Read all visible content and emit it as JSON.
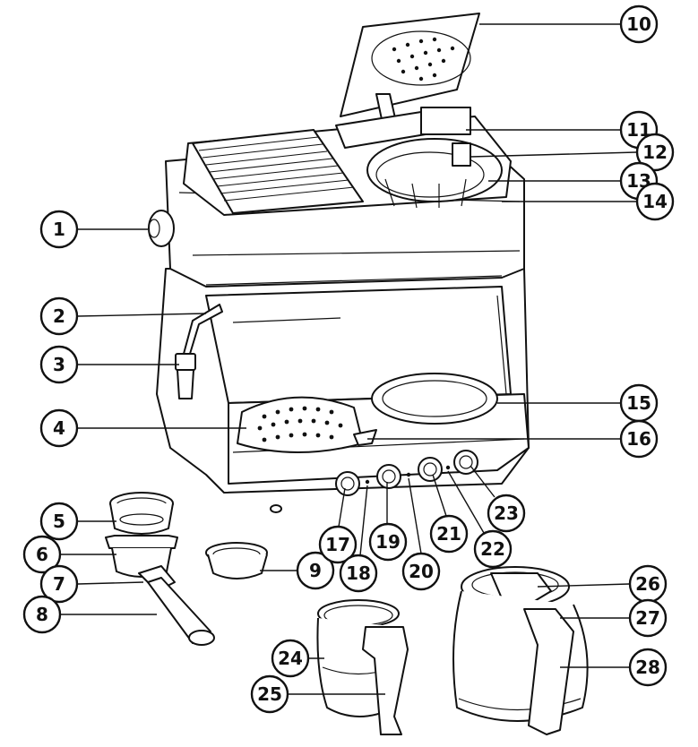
{
  "figure": {
    "callouts": [
      {
        "number": "1"
      },
      {
        "number": "2"
      },
      {
        "number": "3"
      },
      {
        "number": "4"
      },
      {
        "number": "5"
      },
      {
        "number": "6"
      },
      {
        "number": "7"
      },
      {
        "number": "8"
      },
      {
        "number": "9"
      },
      {
        "number": "10"
      },
      {
        "number": "11"
      },
      {
        "number": "12"
      },
      {
        "number": "13"
      },
      {
        "number": "14"
      },
      {
        "number": "15"
      },
      {
        "number": "16"
      },
      {
        "number": "17"
      },
      {
        "number": "18"
      },
      {
        "number": "19"
      },
      {
        "number": "20"
      },
      {
        "number": "21"
      },
      {
        "number": "22"
      },
      {
        "number": "23"
      },
      {
        "number": "24"
      },
      {
        "number": "25"
      },
      {
        "number": "26"
      },
      {
        "number": "27"
      },
      {
        "number": "28"
      }
    ]
  }
}
